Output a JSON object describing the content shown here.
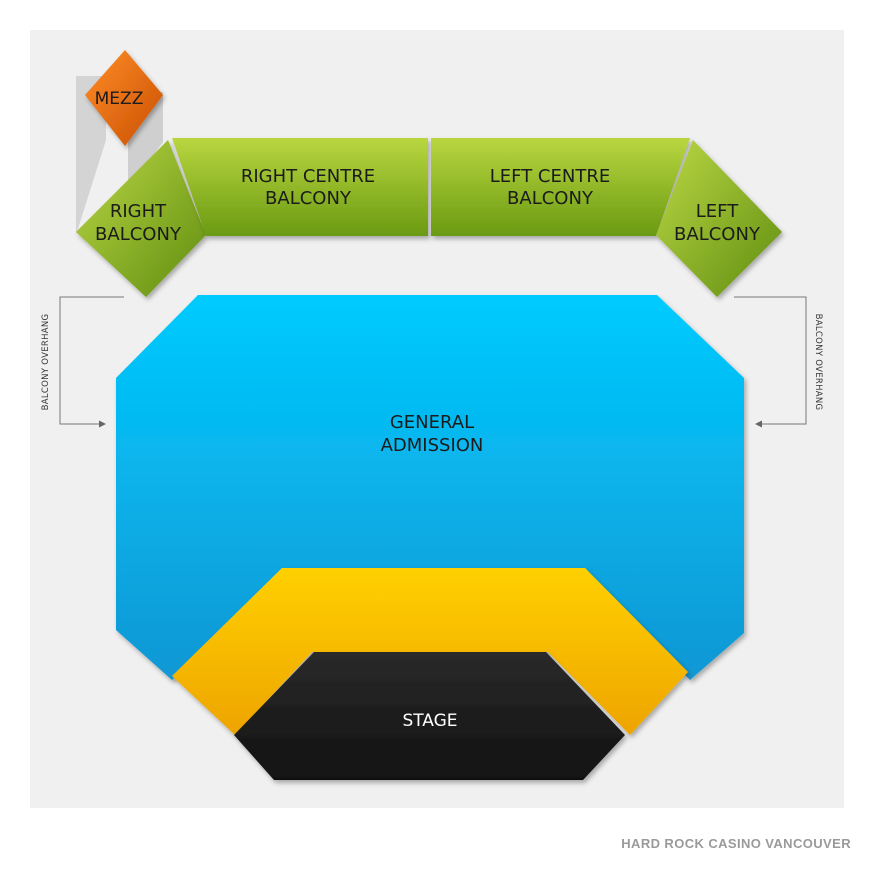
{
  "venue_name": "HARD ROCK CASINO VANCOUVER",
  "sections": {
    "mezz": "MEZZ",
    "right_balcony": [
      "RIGHT",
      "BALCONY"
    ],
    "right_centre_balcony": [
      "RIGHT CENTRE",
      "BALCONY"
    ],
    "left_centre_balcony": [
      "LEFT CENTRE",
      "BALCONY"
    ],
    "left_balcony": [
      "LEFT",
      "BALCONY"
    ],
    "general_admission": [
      "GENERAL",
      "ADMISSION"
    ],
    "stage": "STAGE"
  },
  "annotations": {
    "left_overhang": "BALCONY OVERHANG",
    "right_overhang": "BALCONY OVERHANG"
  },
  "colors": {
    "background_panel": "#f0f0f0",
    "balcony_green": "#7fa81e",
    "mezz_orange": "#e46a10",
    "general_admission_blue": "#13b4ec",
    "front_section_yellow": "#f3b500",
    "stage_black": "#1c1c1c"
  }
}
